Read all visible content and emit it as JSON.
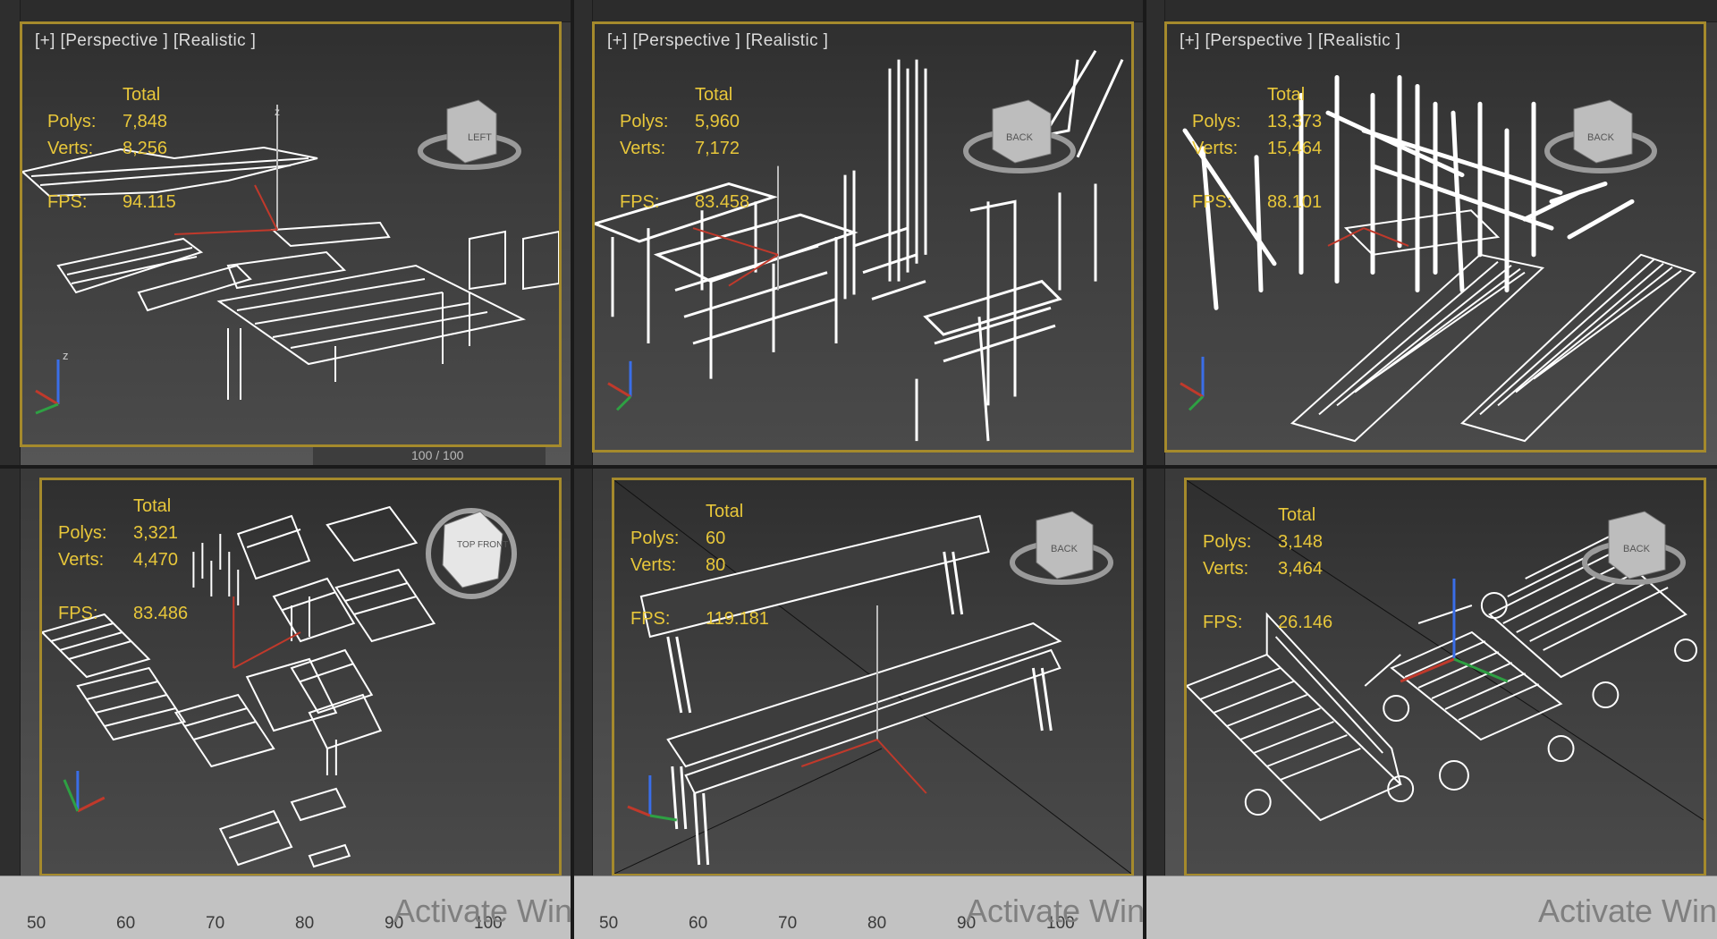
{
  "viewports": [
    {
      "label": "[+] [Perspective ] [Realistic ]",
      "stats": {
        "total": "Total",
        "polys_label": "Polys:",
        "polys": "7,848",
        "verts_label": "Verts:",
        "verts": "8,256",
        "fps_label": "FPS:",
        "fps": "94.115"
      },
      "scene": "dock",
      "cube_text": "LEFT"
    },
    {
      "label": "[+] [Perspective ] [Realistic ]",
      "stats": {
        "total": "Total",
        "polys_label": "Polys:",
        "polys": "5,960",
        "verts_label": "Verts:",
        "verts": "7,172",
        "fps_label": "FPS:",
        "fps": "83.458"
      },
      "scene": "towers",
      "cube_text": "BACK"
    },
    {
      "label": "[+] [Perspective ] [Realistic ]",
      "stats": {
        "total": "Total",
        "polys_label": "Polys:",
        "polys": "13,373",
        "verts_label": "Verts:",
        "verts": "15,464",
        "fps_label": "FPS:",
        "fps": "88.101"
      },
      "scene": "poles",
      "cube_text": "BACK"
    },
    {
      "label": "",
      "stats": {
        "total": "Total",
        "polys_label": "Polys:",
        "polys": "3,321",
        "verts_label": "Verts:",
        "verts": "4,470",
        "fps_label": "FPS:",
        "fps": "83.486"
      },
      "scene": "pallets",
      "cube_text": "TOP FRONT"
    },
    {
      "label": "",
      "stats": {
        "total": "Total",
        "polys_label": "Polys:",
        "polys": "60",
        "verts_label": "Verts:",
        "verts": "80",
        "fps_label": "FPS:",
        "fps": "119.181"
      },
      "scene": "bench",
      "cube_text": "BACK"
    },
    {
      "label": "",
      "stats": {
        "total": "Total",
        "polys_label": "Polys:",
        "polys": "3,148",
        "verts_label": "Verts:",
        "verts": "3,464",
        "fps_label": "FPS:",
        "fps": "26.146"
      },
      "scene": "carts",
      "cube_text": "BACK"
    }
  ],
  "top_timeline": {
    "frame_counter": "100 / 100"
  },
  "timeline_ticks": [
    "50",
    "60",
    "70",
    "80",
    "90",
    "100"
  ],
  "watermark": "Activate Win",
  "colors": {
    "stats": "#e8c73a",
    "frame": "#a58a2c",
    "wire": "#ffffff"
  }
}
